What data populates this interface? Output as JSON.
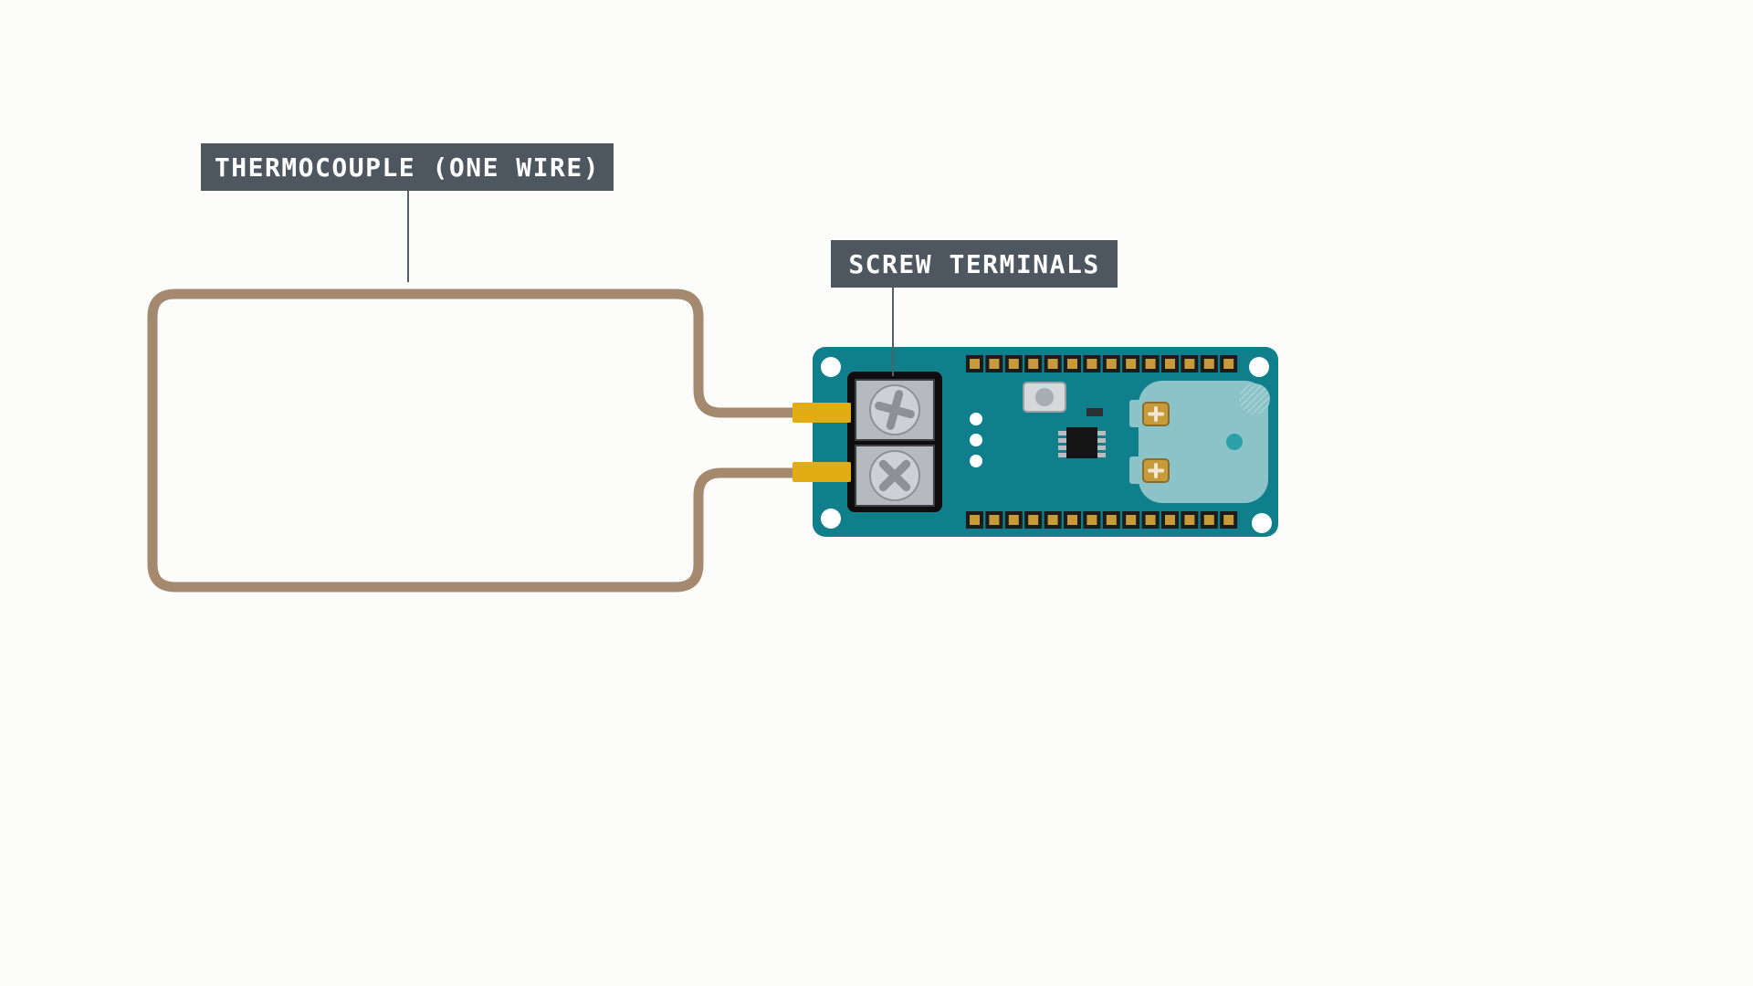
{
  "page": {
    "background_color": "#fcfcfb"
  },
  "labels": {
    "thermocouple": "THERMOCOUPLE (ONE WIRE)",
    "screw_terminals": "SCREW TERMINALS"
  },
  "label_style": {
    "background_color": "#4e575f",
    "text_color": "#ffffff"
  },
  "wire": {
    "color": "#a5896e",
    "tip_color": "#e2ac14"
  },
  "board": {
    "body_color": "#107f8c",
    "light_area_color": "#8cc3c9",
    "terminal_block_color": "#0e0e0e",
    "screw_color": "#cdd1d5",
    "pin_pad_dark": "#1c1c1c",
    "pin_pad_gold": "#c79a3a",
    "hole_color": "#ffffff",
    "led_color": "#ffffff",
    "top_pin_count": 14,
    "bottom_pin_count": 14,
    "led_count": 3,
    "screw_terminal_count": 2
  }
}
